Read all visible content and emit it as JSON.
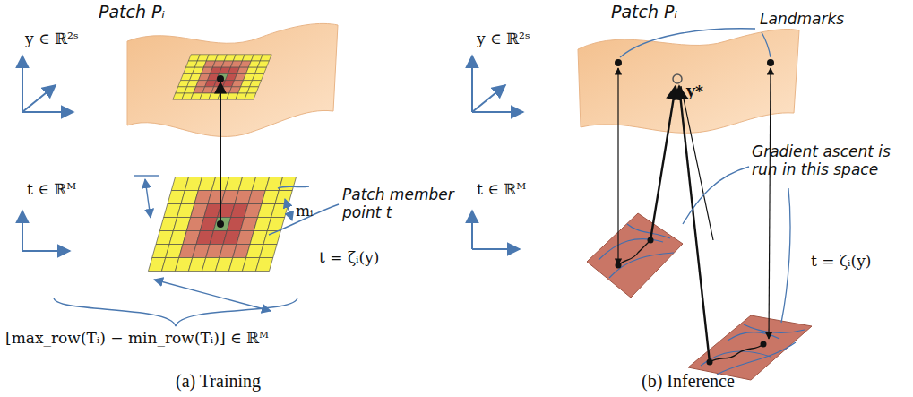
{
  "diagram": {
    "nodes": [
      {
        "text": [
          "Patch Pᵢ"
        ]
      },
      {
        "text": [
          "Patch Pᵢ"
        ]
      }
    ],
    "labels": [
      "y ∈ ℝ²ˢ",
      "t ∈ ℝᴹ",
      "mᵢ",
      "Patch member point t",
      "t = ζᵢ(y)",
      "[max_row(Tᵢ) − min_row(Tᵢ)] ∈ ℝᴹ",
      "(a) Training",
      "Landmarks",
      "y ∈ ℝ²ˢ",
      "y*",
      "Gradient ascent is run in this space",
      "t ∈ ℝᴹ",
      "t = ζᵢ(y)",
      "(b) Inference"
    ]
  }
}
